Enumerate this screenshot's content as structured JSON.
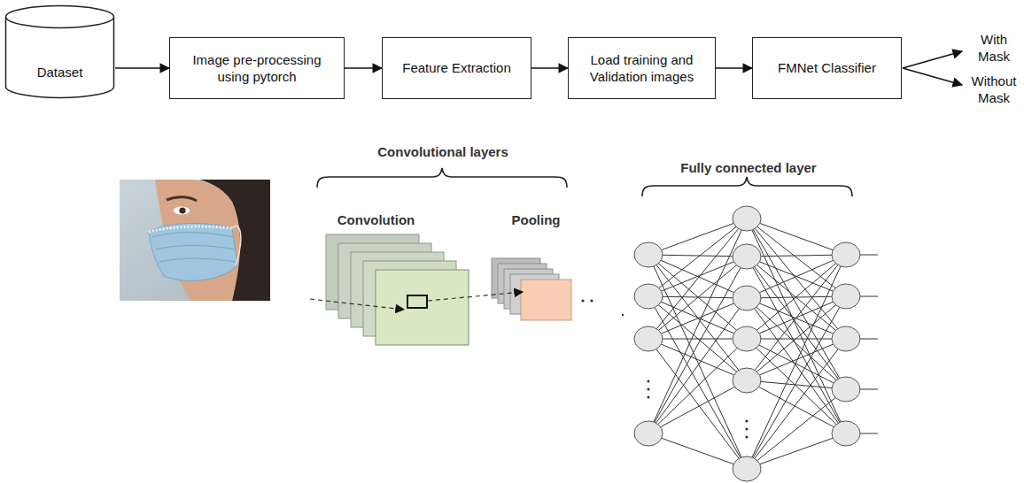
{
  "diagram": {
    "nodes": [
      {
        "text": [
          "Dataset"
        ]
      },
      {
        "text": [
          "Image pre-processing using pytorch"
        ]
      },
      {
        "text": [
          "Feature Extraction"
        ]
      },
      {
        "text": [
          "Load training and Validation images"
        ]
      },
      {
        "text": [
          "FMNet Classifier"
        ]
      }
    ],
    "edges": [
      {
        "from": 0,
        "to": 1,
        "arrow": "to"
      },
      {
        "from": 1,
        "to": 2,
        "arrow": "to"
      },
      {
        "from": 2,
        "to": 3,
        "arrow": "to"
      },
      {
        "from": 3,
        "to": 4,
        "arrow": "to"
      }
    ],
    "labels": [
      "With Mask",
      "Without Mask",
      "Convolutional layers",
      "Convolution",
      "Pooling",
      "Fully connected layer"
    ]
  }
}
